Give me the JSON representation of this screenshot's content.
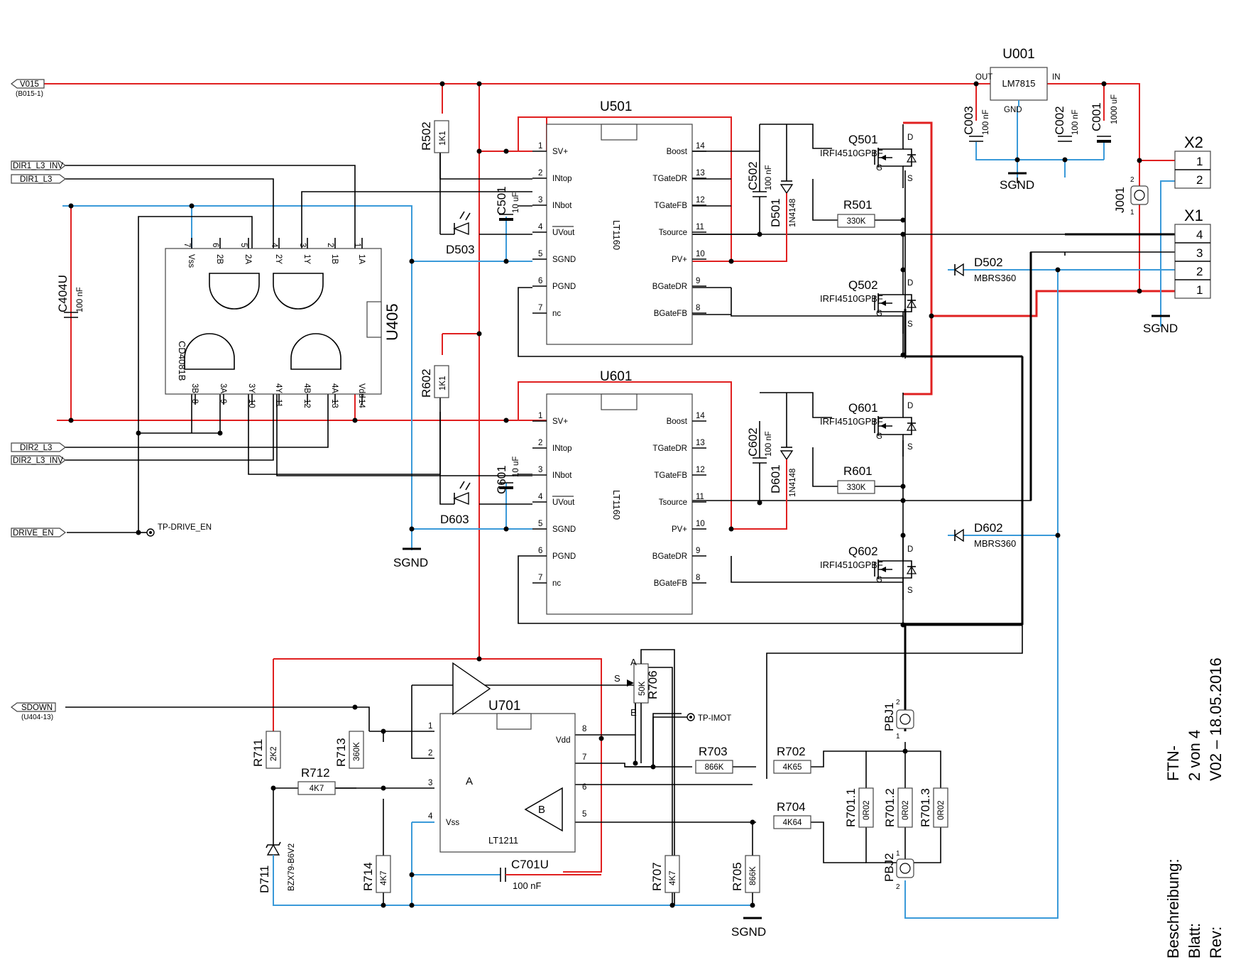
{
  "ports": {
    "v015": "V015",
    "v015_ref": "(B015-1)",
    "dir1_l3_inv": "DIR1_L3_INV",
    "dir1_l3": "DIR1_L3",
    "dir2_l3": "DIR2_L3",
    "dir2_l3_inv": "DIR2_L3_INV",
    "drive_en": "DRIVE_EN",
    "sdown": "SDOWN",
    "sdown_ref": "(U404-13)"
  },
  "testpoints": {
    "drive_en": "TP-DRIVE_EN",
    "imot": "TP-IMOT"
  },
  "regulator": {
    "ref": "U001",
    "part": "LM7815",
    "out": "OUT",
    "in": "IN",
    "gnd": "GND"
  },
  "caps": {
    "c003": {
      "ref": "C003",
      "val": "100 nF"
    },
    "c002": {
      "ref": "C002",
      "val": "100 nF"
    },
    "c001": {
      "ref": "C001",
      "val": "1000 uF"
    },
    "c501": {
      "ref": "C501",
      "val": "10 uF"
    },
    "c502": {
      "ref": "C502",
      "val": "100 nF"
    },
    "c601": {
      "ref": "C601",
      "val": "10 uF"
    },
    "c602": {
      "ref": "C602",
      "val": "100 nF"
    },
    "c404": {
      "ref": "C404U",
      "val": "100 nF"
    },
    "c701": {
      "ref": "C701U",
      "val": "100 nF"
    }
  },
  "sgnd": "SGND",
  "connectors": {
    "x2": "X2",
    "x1": "X1",
    "j001": "J001",
    "pbj1": "PBJ1",
    "pbj2": "PBJ2",
    "x2_pins": [
      "1",
      "2"
    ],
    "x1_pins": [
      "4",
      "3",
      "2",
      "1"
    ],
    "jpins": [
      "2",
      "1"
    ]
  },
  "gate_ic": {
    "ref": "U405",
    "part": "CD4081B",
    "top_pins": [
      "7",
      "6",
      "5",
      "4",
      "3",
      "2",
      "1"
    ],
    "top_names": [
      "Vss",
      "2B",
      "2A",
      "2Y",
      "1Y",
      "1B",
      "1A"
    ],
    "bot_pins": [
      "8",
      "9",
      "10",
      "11",
      "12",
      "13",
      "14"
    ],
    "bot_names": [
      "3B",
      "3A",
      "3Y",
      "4Y",
      "4B",
      "4A",
      "Vdd"
    ]
  },
  "drivers": [
    {
      "ref": "U501",
      "part": "LT1160",
      "left_pins": [
        {
          "n": "1",
          "l": "SV+"
        },
        {
          "n": "2",
          "l": "INtop"
        },
        {
          "n": "3",
          "l": "INbot"
        },
        {
          "n": "4",
          "l": "UVout"
        },
        {
          "n": "5",
          "l": "SGND"
        },
        {
          "n": "6",
          "l": "PGND"
        },
        {
          "n": "7",
          "l": "nc"
        }
      ],
      "right_pins": [
        {
          "n": "14",
          "l": "Boost"
        },
        {
          "n": "13",
          "l": "TGateDR"
        },
        {
          "n": "12",
          "l": "TGateFB"
        },
        {
          "n": "11",
          "l": "Tsource"
        },
        {
          "n": "10",
          "l": "PV+"
        },
        {
          "n": "9",
          "l": "BGateDR"
        },
        {
          "n": "8",
          "l": "BGateFB"
        }
      ]
    },
    {
      "ref": "U601",
      "part": "LT1160",
      "left_pins": [
        {
          "n": "1",
          "l": "SV+"
        },
        {
          "n": "2",
          "l": "INtop"
        },
        {
          "n": "3",
          "l": "INbot"
        },
        {
          "n": "4",
          "l": "UVout"
        },
        {
          "n": "5",
          "l": "SGND"
        },
        {
          "n": "6",
          "l": "PGND"
        },
        {
          "n": "7",
          "l": "nc"
        }
      ],
      "right_pins": [
        {
          "n": "14",
          "l": "Boost"
        },
        {
          "n": "13",
          "l": "TGateDR"
        },
        {
          "n": "12",
          "l": "TGateFB"
        },
        {
          "n": "11",
          "l": "Tsource"
        },
        {
          "n": "10",
          "l": "PV+"
        },
        {
          "n": "9",
          "l": "BGateDR"
        },
        {
          "n": "8",
          "l": "BGateFB"
        }
      ]
    }
  ],
  "mosfets": {
    "q501": "Q501",
    "q502": "Q502",
    "q601": "Q601",
    "q602": "Q602",
    "part": "IRFI4510GPBF",
    "d": "D",
    "g": "G",
    "s": "S"
  },
  "diodes": {
    "d501": "D501",
    "d601": "D601",
    "d4148": "1N4148",
    "d502": "D502",
    "d602": "D602",
    "mbrs": "MBRS360",
    "d503": "D503",
    "d603": "D603",
    "d711": "D711",
    "bzx": "BZX79-B6V2"
  },
  "resistors": {
    "r502": {
      "ref": "R502",
      "val": "1K1"
    },
    "r602": {
      "ref": "R602",
      "val": "1K1"
    },
    "r501": {
      "ref": "R501",
      "val": "330K"
    },
    "r601": {
      "ref": "R601",
      "val": "330K"
    },
    "r706": {
      "ref": "R706",
      "val": "50K"
    },
    "r711": {
      "ref": "R711",
      "val": "2K2"
    },
    "r713": {
      "ref": "R713",
      "val": "360K"
    },
    "r712": {
      "ref": "R712",
      "val": "4K7"
    },
    "r714": {
      "ref": "R714",
      "val": "4K7"
    },
    "r703": {
      "ref": "R703",
      "val": "866K"
    },
    "r702": {
      "ref": "R702",
      "val": "4K65"
    },
    "r704": {
      "ref": "R704",
      "val": "4K64"
    },
    "r707": {
      "ref": "R707",
      "val": "4K7"
    },
    "r705": {
      "ref": "R705",
      "val": "866K"
    },
    "r7011": {
      "ref": "R701.1",
      "val": "0R02"
    },
    "r7012": {
      "ref": "R701.2",
      "val": "0R02"
    },
    "r7013": {
      "ref": "R701.3",
      "val": "0R02"
    }
  },
  "pot": {
    "a": "A",
    "s": "S",
    "e": "E"
  },
  "opamp": {
    "ref": "U701",
    "part": "LT1211",
    "vdd": "Vdd",
    "vss": "Vss",
    "a": "A",
    "b": "B",
    "pins": [
      "1",
      "2",
      "3",
      "4",
      "5",
      "6",
      "7",
      "8"
    ]
  },
  "title_block": {
    "desc_label": "Beschreibung:",
    "desc_val": "FTN-",
    "sheet_label": "Blatt:",
    "sheet_val": "2 von 4",
    "rev_label": "Rev:",
    "rev_val": "V02 – 18.05.2016"
  }
}
